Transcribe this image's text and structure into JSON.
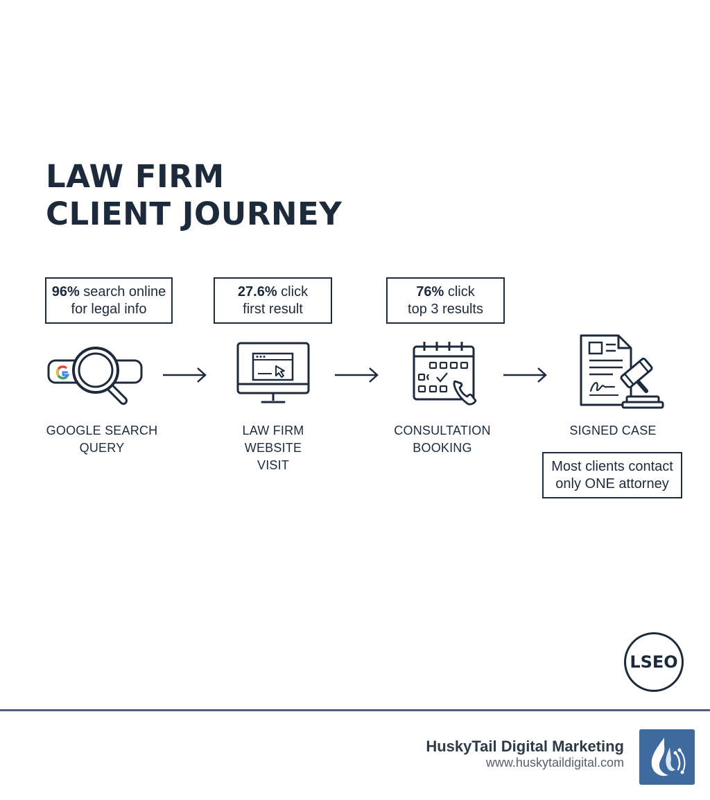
{
  "title": {
    "line1": "LAW FIRM",
    "line2": "CLIENT JOURNEY"
  },
  "stats": [
    {
      "bold": "96%",
      "rest": " search online",
      "line2": "for legal info"
    },
    {
      "bold": "27.6%",
      "rest": " click",
      "line2": "first result"
    },
    {
      "bold": "76%",
      "rest": " click",
      "line2": "top 3 results"
    }
  ],
  "steps": [
    {
      "lines": [
        "GOOGLE SEARCH",
        "QUERY"
      ],
      "icon": "google-search-icon"
    },
    {
      "lines": [
        "LAW FIRM",
        "WEBSITE",
        "VISIT"
      ],
      "icon": "website-monitor-icon"
    },
    {
      "lines": [
        "CONSULTATION",
        "BOOKING"
      ],
      "icon": "calendar-phone-icon"
    },
    {
      "lines": [
        "SIGNED CASE"
      ],
      "icon": "signed-document-gavel-icon"
    }
  ],
  "note": {
    "line1": "Most clients contact",
    "line2": "only ONE attorney"
  },
  "badge": "LSEO",
  "footer": {
    "name": "HuskyTail Digital Marketing",
    "url": "www.huskytaildigital.com"
  },
  "colors": {
    "ink": "#1c2a3c",
    "rule": "#4b5e7e",
    "logo_bg": "#3f6aa0"
  }
}
